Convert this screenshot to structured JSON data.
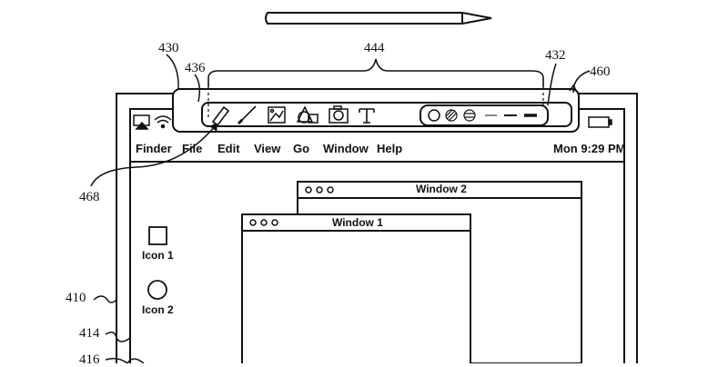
{
  "references": {
    "r430": "430",
    "r436": "436",
    "r444": "444",
    "r432": "432",
    "r460": "460",
    "r468": "468",
    "r410": "410",
    "r414": "414",
    "r416": "416"
  },
  "menubar": {
    "items": [
      {
        "label": "Finder"
      },
      {
        "label": "File"
      },
      {
        "label": "Edit"
      },
      {
        "label": "View"
      },
      {
        "label": "Go"
      },
      {
        "label": "Window"
      },
      {
        "label": "Help"
      }
    ],
    "clock": "Mon 9:29 PM",
    "status_icons": [
      "airplay-icon",
      "wifi-icon"
    ],
    "battery_icon": "battery-icon"
  },
  "touch_bar": {
    "tool_icons": [
      "pencil-icon",
      "brush-icon",
      "image-icon",
      "shapes-icon",
      "camera-icon",
      "text-icon"
    ],
    "style_icons": [
      "solid-circle-icon",
      "hatched-circle-icon",
      "striped-circle-icon",
      "thin-line-icon",
      "medium-line-icon",
      "thick-line-icon"
    ]
  },
  "windows": [
    {
      "title": "Window 2"
    },
    {
      "title": "Window 1"
    }
  ],
  "desktop_icons": [
    {
      "label": "Icon 1",
      "shape": "square-icon"
    },
    {
      "label": "Icon 2",
      "shape": "circle-icon"
    }
  ],
  "stylus": {
    "icon": "stylus-icon"
  }
}
